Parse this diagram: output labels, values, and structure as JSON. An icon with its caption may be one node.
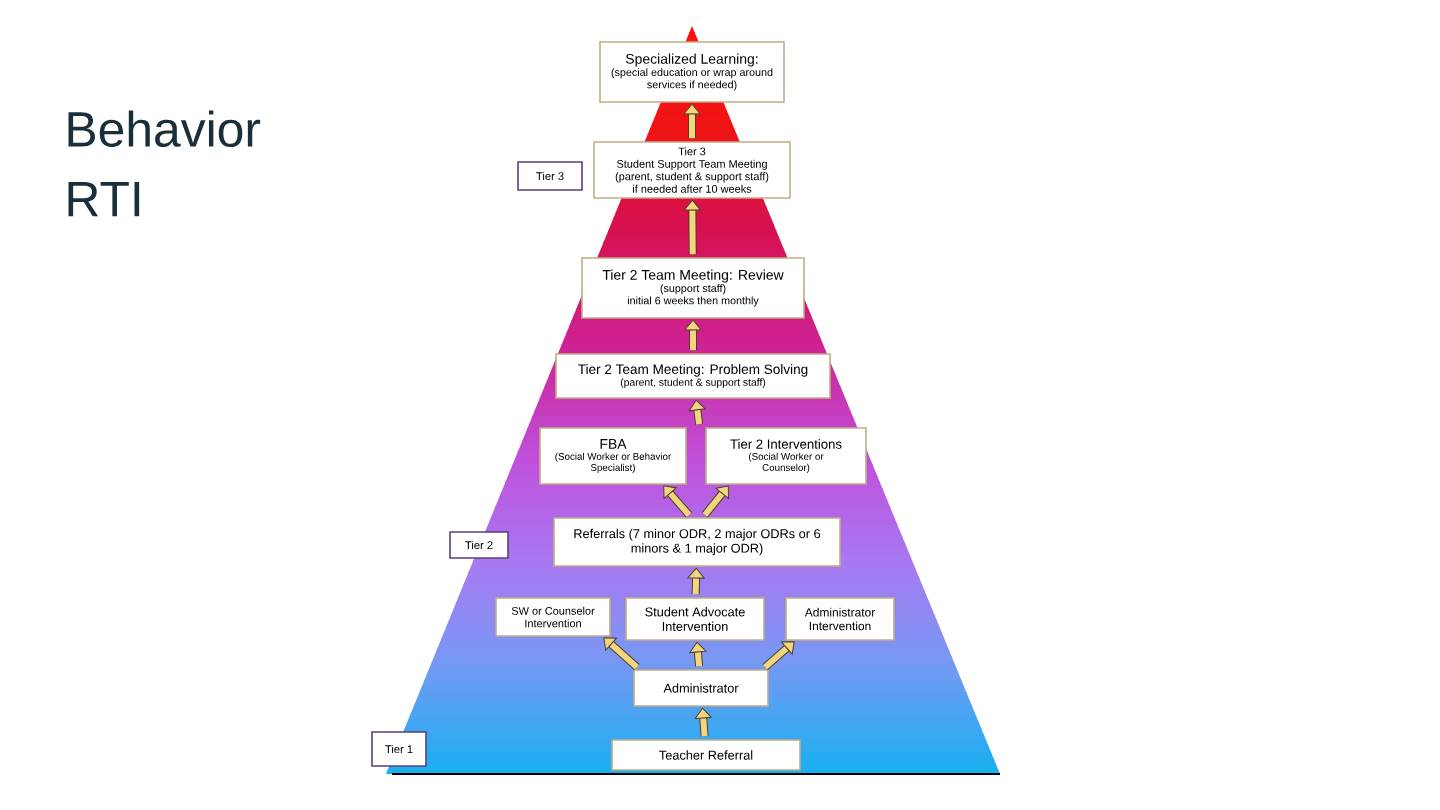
{
  "diagram": {
    "title": "Behavior RTI",
    "nodes": [
      {
        "text": [
          "Specialized Learning:",
          "(special education or wrap around services if needed)"
        ]
      },
      {
        "text": [
          "Tier 3"
        ]
      },
      {
        "text": [
          "Tier 3",
          "Student Support Team Meeting",
          "(parent, student & support staff)",
          "if needed after 10 weeks"
        ]
      },
      {
        "text": [
          "Tier 2 Team Meeting: Review",
          "(support staff)",
          "initial 6 weeks then monthly"
        ]
      },
      {
        "text": [
          "Tier 2 Team Meeting: Problem Solving",
          "(parent, student & support staff)"
        ]
      },
      {
        "text": [
          "FBA",
          "(Social Worker or Behavior Specialist)"
        ]
      },
      {
        "text": [
          "Tier 2 Interventions",
          "(Social Worker or Counselor)"
        ]
      },
      {
        "text": [
          "Tier 2"
        ]
      },
      {
        "text": [
          "Referrals (7 minor ODR, 2 major ODRs or 6 minors & 1 major ODR)"
        ]
      },
      {
        "text": [
          "SW or Counselor Intervention"
        ]
      },
      {
        "text": [
          "Student Advocate Intervention"
        ]
      },
      {
        "text": [
          "Administrator Intervention"
        ]
      },
      {
        "text": [
          "Administrator"
        ]
      },
      {
        "text": [
          "Tier 1"
        ]
      },
      {
        "text": [
          "Teacher Referral"
        ]
      }
    ],
    "edges": [
      {
        "from": 2,
        "to": 0,
        "arrow": "to"
      },
      {
        "from": 3,
        "to": 2,
        "arrow": "to"
      },
      {
        "from": 4,
        "to": 3,
        "arrow": "to"
      },
      {
        "from": 5,
        "to": 4,
        "arrow": "to"
      },
      {
        "from": 6,
        "to": 4,
        "arrow": "to"
      },
      {
        "from": 8,
        "to": 5,
        "arrow": "to"
      },
      {
        "from": 8,
        "to": 6,
        "arrow": "to"
      },
      {
        "from": 10,
        "to": 8,
        "arrow": "to"
      },
      {
        "from": 12,
        "to": 9,
        "arrow": "to"
      },
      {
        "from": 12,
        "to": 10,
        "arrow": "to"
      },
      {
        "from": 12,
        "to": 11,
        "arrow": "to"
      },
      {
        "from": 14,
        "to": 12,
        "arrow": "to"
      }
    ]
  }
}
